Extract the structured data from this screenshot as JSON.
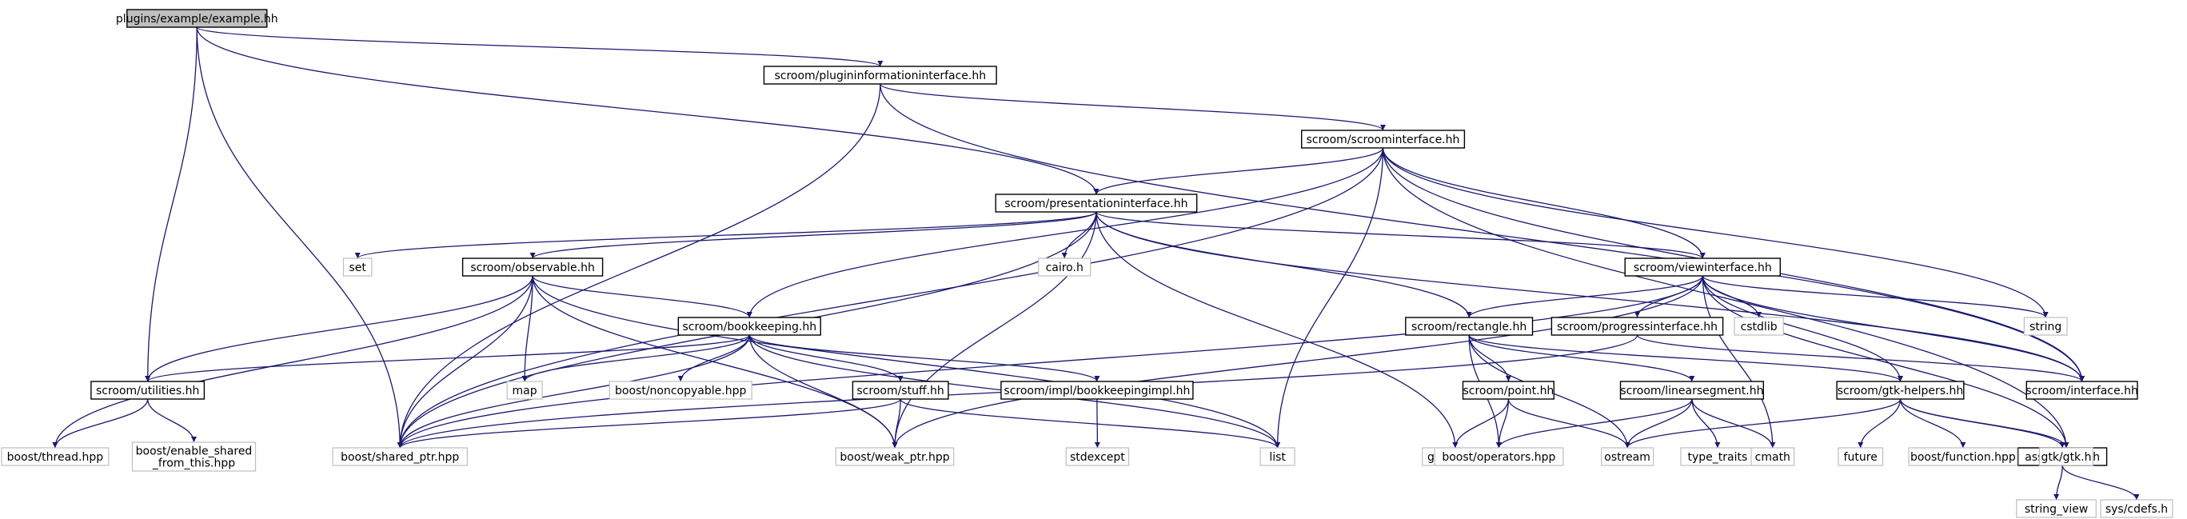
{
  "graph": {
    "colors": {
      "edge": "#191970",
      "internal_border": "#000000",
      "external_border": "#bfbfbf",
      "root_fill": "#bfbfbf"
    },
    "nodes": [
      {
        "id": "example",
        "label": "plugins/example/example.hh",
        "kind": "root"
      },
      {
        "id": "plugininfo",
        "label": "scroom/plugininformationinterface.hh",
        "kind": "internal"
      },
      {
        "id": "scroomif",
        "label": "scroom/scroominterface.hh",
        "kind": "internal"
      },
      {
        "id": "presentation",
        "label": "scroom/presentationinterface.hh",
        "kind": "internal"
      },
      {
        "id": "observable",
        "label": "scroom/observable.hh",
        "kind": "internal"
      },
      {
        "id": "viewif",
        "label": "scroom/viewinterface.hh",
        "kind": "internal"
      },
      {
        "id": "bookkeeping",
        "label": "scroom/bookkeeping.hh",
        "kind": "internal"
      },
      {
        "id": "rectangle",
        "label": "scroom/rectangle.hh",
        "kind": "internal"
      },
      {
        "id": "progressif",
        "label": "scroom/progressinterface.hh",
        "kind": "internal"
      },
      {
        "id": "utilities",
        "label": "scroom/utilities.hh",
        "kind": "internal"
      },
      {
        "id": "stuff",
        "label": "scroom/stuff.hh",
        "kind": "internal"
      },
      {
        "id": "bkimpl",
        "label": "scroom/impl/bookkeepingimpl.hh",
        "kind": "internal"
      },
      {
        "id": "point",
        "label": "scroom/point.hh",
        "kind": "internal"
      },
      {
        "id": "linseg",
        "label": "scroom/linearsegment.hh",
        "kind": "internal"
      },
      {
        "id": "gtkhelpers",
        "label": "scroom/gtk-helpers.hh",
        "kind": "internal"
      },
      {
        "id": "interface",
        "label": "scroom/interface.hh",
        "kind": "internal"
      },
      {
        "id": "assertions",
        "label": "assertions.hh",
        "kind": "internal"
      },
      {
        "id": "set",
        "label": "set",
        "kind": "external"
      },
      {
        "id": "cairo",
        "label": "cairo.h",
        "kind": "external"
      },
      {
        "id": "cstdlib",
        "label": "cstdlib",
        "kind": "external"
      },
      {
        "id": "string",
        "label": "string",
        "kind": "external"
      },
      {
        "id": "map",
        "label": "map",
        "kind": "external"
      },
      {
        "id": "noncopyable",
        "label": "boost/noncopyable.hpp",
        "kind": "external"
      },
      {
        "id": "thread",
        "label": "boost/thread.hpp",
        "kind": "external"
      },
      {
        "id": "enableshared",
        "label": "boost/enable_shared\n_from_this.hpp",
        "kind": "external"
      },
      {
        "id": "sharedptr",
        "label": "boost/shared_ptr.hpp",
        "kind": "external"
      },
      {
        "id": "weakptr",
        "label": "boost/weak_ptr.hpp",
        "kind": "external"
      },
      {
        "id": "stdexcept",
        "label": "stdexcept",
        "kind": "external"
      },
      {
        "id": "list",
        "label": "list",
        "kind": "external"
      },
      {
        "id": "gdk",
        "label": "gdk/gdk.h",
        "kind": "external"
      },
      {
        "id": "operators",
        "label": "boost/operators.hpp",
        "kind": "external"
      },
      {
        "id": "ostream",
        "label": "ostream",
        "kind": "external"
      },
      {
        "id": "typetraits",
        "label": "type_traits",
        "kind": "external"
      },
      {
        "id": "cmath",
        "label": "cmath",
        "kind": "external"
      },
      {
        "id": "future",
        "label": "future",
        "kind": "external"
      },
      {
        "id": "function",
        "label": "boost/function.hpp",
        "kind": "external"
      },
      {
        "id": "gtk",
        "label": "gtk/gtk.h",
        "kind": "external"
      },
      {
        "id": "stringview",
        "label": "string_view",
        "kind": "external"
      },
      {
        "id": "cdefs",
        "label": "sys/cdefs.h",
        "kind": "external"
      }
    ],
    "edges": [
      [
        "example",
        "plugininfo"
      ],
      [
        "example",
        "presentation"
      ],
      [
        "example",
        "utilities"
      ],
      [
        "example",
        "sharedptr"
      ],
      [
        "plugininfo",
        "scroomif"
      ],
      [
        "plugininfo",
        "sharedptr"
      ],
      [
        "plugininfo",
        "interface"
      ],
      [
        "scroomif",
        "presentation"
      ],
      [
        "scroomif",
        "viewif"
      ],
      [
        "scroomif",
        "bookkeeping"
      ],
      [
        "scroomif",
        "sharedptr"
      ],
      [
        "scroomif",
        "list"
      ],
      [
        "scroomif",
        "string"
      ],
      [
        "scroomif",
        "interface"
      ],
      [
        "scroomif",
        "gtk"
      ],
      [
        "presentation",
        "set"
      ],
      [
        "presentation",
        "cairo"
      ],
      [
        "presentation",
        "observable"
      ],
      [
        "presentation",
        "viewif"
      ],
      [
        "presentation",
        "rectangle"
      ],
      [
        "presentation",
        "sharedptr"
      ],
      [
        "presentation",
        "weakptr"
      ],
      [
        "presentation",
        "gdk"
      ],
      [
        "presentation",
        "interface"
      ],
      [
        "observable",
        "bookkeeping"
      ],
      [
        "observable",
        "map"
      ],
      [
        "observable",
        "utilities"
      ],
      [
        "observable",
        "thread"
      ],
      [
        "observable",
        "sharedptr"
      ],
      [
        "observable",
        "weakptr"
      ],
      [
        "observable",
        "list"
      ],
      [
        "viewif",
        "rectangle"
      ],
      [
        "viewif",
        "progressif"
      ],
      [
        "viewif",
        "cstdlib"
      ],
      [
        "viewif",
        "string"
      ],
      [
        "viewif",
        "interface"
      ],
      [
        "viewif",
        "gtkhelpers"
      ],
      [
        "viewif",
        "cmath"
      ],
      [
        "viewif",
        "gtk"
      ],
      [
        "viewif",
        "sharedptr"
      ],
      [
        "viewif",
        "weakptr"
      ],
      [
        "bookkeeping",
        "utilities"
      ],
      [
        "bookkeeping",
        "map"
      ],
      [
        "bookkeeping",
        "noncopyable"
      ],
      [
        "bookkeeping",
        "stuff"
      ],
      [
        "bookkeeping",
        "bkimpl"
      ],
      [
        "bookkeeping",
        "sharedptr"
      ],
      [
        "bookkeeping",
        "weakptr"
      ],
      [
        "bookkeeping",
        "list"
      ],
      [
        "rectangle",
        "point"
      ],
      [
        "rectangle",
        "linseg"
      ],
      [
        "rectangle",
        "operators"
      ],
      [
        "rectangle",
        "ostream"
      ],
      [
        "rectangle",
        "gtkhelpers"
      ],
      [
        "progressif",
        "interface"
      ],
      [
        "progressif",
        "sharedptr"
      ],
      [
        "utilities",
        "thread"
      ],
      [
        "utilities",
        "enableshared"
      ],
      [
        "stuff",
        "sharedptr"
      ],
      [
        "stuff",
        "weakptr"
      ],
      [
        "stuff",
        "list"
      ],
      [
        "bkimpl",
        "stdexcept"
      ],
      [
        "point",
        "gdk"
      ],
      [
        "point",
        "operators"
      ],
      [
        "point",
        "ostream"
      ],
      [
        "linseg",
        "operators"
      ],
      [
        "linseg",
        "ostream"
      ],
      [
        "linseg",
        "typetraits"
      ],
      [
        "linseg",
        "cmath"
      ],
      [
        "gtkhelpers",
        "ostream"
      ],
      [
        "gtkhelpers",
        "future"
      ],
      [
        "gtkhelpers",
        "function"
      ],
      [
        "gtkhelpers",
        "assertions"
      ],
      [
        "gtkhelpers",
        "gtk"
      ],
      [
        "assertions",
        "stringview"
      ],
      [
        "assertions",
        "cdefs"
      ]
    ]
  }
}
